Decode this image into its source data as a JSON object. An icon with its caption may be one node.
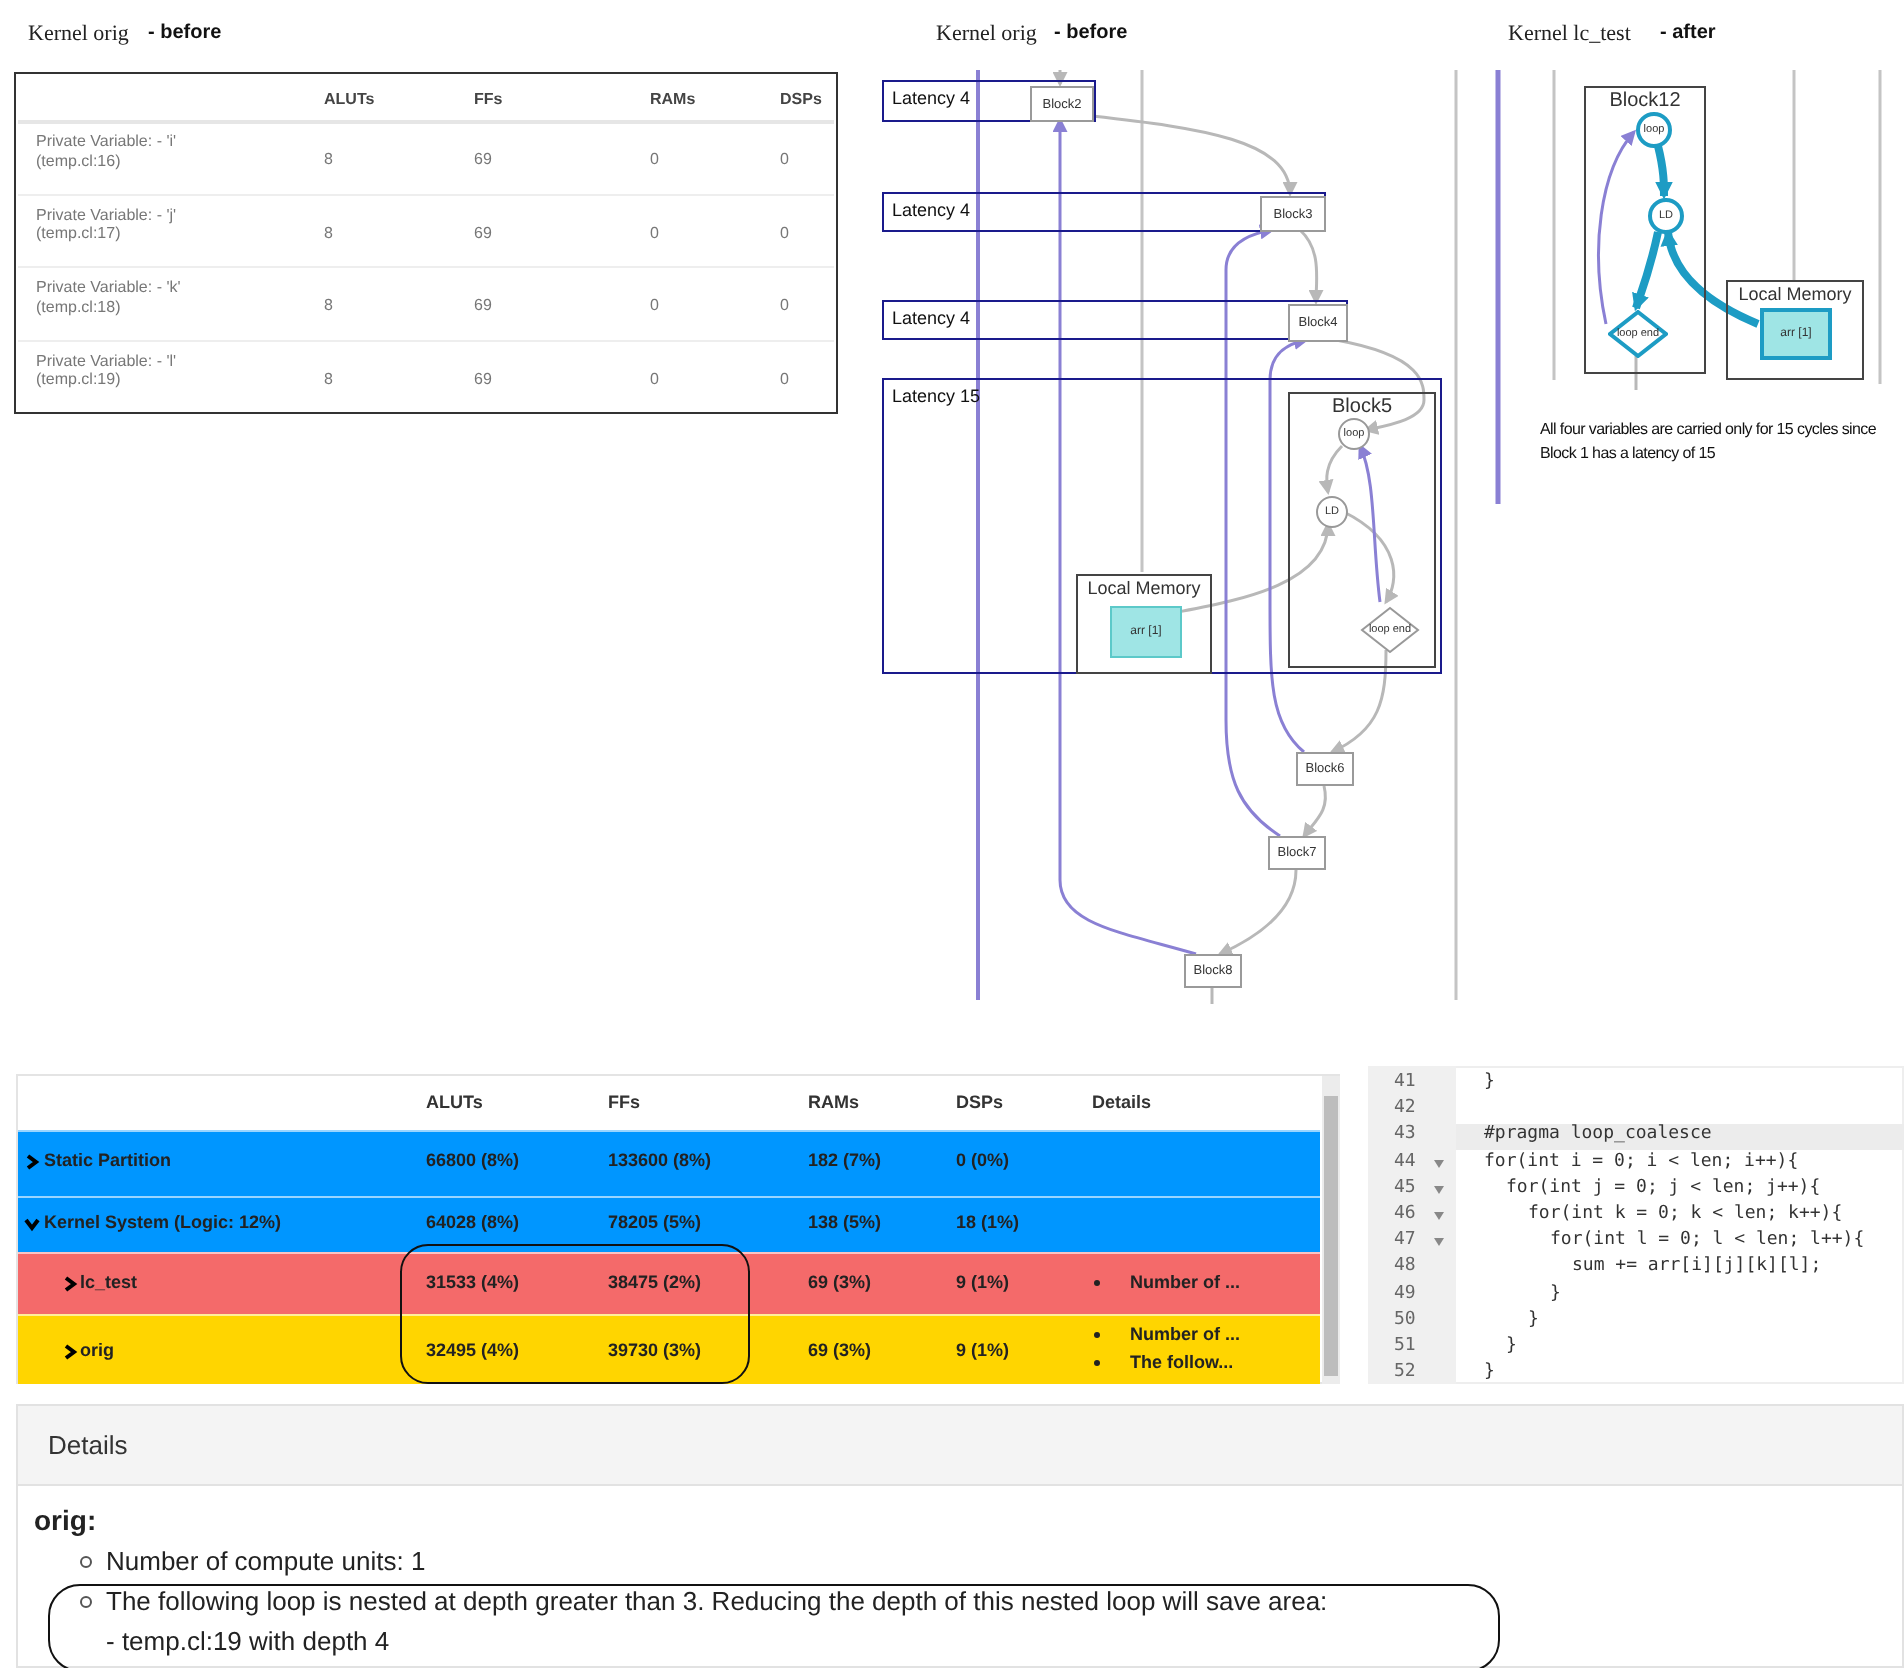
{
  "diagram": {
    "nodes": [
      {
        "text": [
          "Latency 4"
        ]
      },
      {
        "text": [
          "Block2"
        ],
        "in": 0
      },
      {
        "text": [
          "Latency 4"
        ]
      },
      {
        "text": [
          "Block3"
        ],
        "in": 2
      },
      {
        "text": [
          "Latency 4"
        ]
      },
      {
        "text": [
          "Block4"
        ],
        "in": 4
      },
      {
        "text": [
          "Latency 15"
        ]
      },
      {
        "text": [
          "Block5"
        ],
        "in": 6
      },
      {
        "text": [
          "loop"
        ],
        "in": 7
      },
      {
        "text": [
          "LD"
        ],
        "in": 7
      },
      {
        "text": [
          "loop end"
        ],
        "in": 7
      },
      {
        "text": [
          "Local Memory"
        ],
        "in": 6
      },
      {
        "text": [
          "arr [1]"
        ],
        "in": 11
      },
      {
        "text": [
          "Block6"
        ]
      },
      {
        "text": [
          "Block7"
        ]
      },
      {
        "text": [
          "Block8"
        ]
      },
      {
        "text": [
          "Block12"
        ]
      },
      {
        "text": [
          "loop"
        ],
        "in": 16
      },
      {
        "text": [
          "LD"
        ],
        "in": 16
      },
      {
        "text": [
          "loop end"
        ],
        "in": 16
      },
      {
        "text": [
          "Local Memory"
        ]
      },
      {
        "text": [
          "arr [1]"
        ],
        "in": 20
      }
    ],
    "edges": [
      {
        "from": null,
        "to": 1,
        "arrow": "to"
      },
      {
        "from": 1,
        "to": 3,
        "arrow": "to"
      },
      {
        "from": 3,
        "to": 5,
        "arrow": "to"
      },
      {
        "from": 5,
        "to": 8,
        "arrow": "to"
      },
      {
        "from": 8,
        "to": 9,
        "arrow": "to"
      },
      {
        "from": 9,
        "to": 10,
        "arrow": "to"
      },
      {
        "from": 12,
        "to": 9,
        "arrow": "to"
      },
      {
        "from": 10,
        "to": 8,
        "arrow": "to",
        "color": "#8a80d4"
      },
      {
        "from": 10,
        "to": 13,
        "arrow": "to"
      },
      {
        "from": 13,
        "to": 5,
        "arrow": "to",
        "color": "#8a80d4"
      },
      {
        "from": 13,
        "to": 14,
        "arrow": "to"
      },
      {
        "from": 14,
        "to": 3,
        "arrow": "to",
        "color": "#8a80d4"
      },
      {
        "from": 14,
        "to": 15,
        "arrow": "to"
      },
      {
        "from": 15,
        "to": 1,
        "arrow": "to",
        "color": "#8a80d4"
      },
      {
        "from": 15,
        "to": null,
        "arrow": "none"
      },
      {
        "from": 17,
        "to": 18,
        "arrow": "to",
        "style": "thick",
        "color": "#1d9cc4"
      },
      {
        "from": 18,
        "to": 19,
        "arrow": "to",
        "style": "thick",
        "color": "#1d9cc4"
      },
      {
        "from": 21,
        "to": 18,
        "arrow": "to",
        "style": "thick",
        "color": "#1d9cc4"
      },
      {
        "from": 19,
        "to": 17,
        "arrow": "to",
        "color": "#8a80d4"
      },
      {
        "from": 19,
        "to": null,
        "arrow": "none"
      }
    ],
    "labels": [
      "Kernel orig",
      "- before",
      "Kernel orig",
      "- before",
      "Kernel lc_test",
      "- after",
      "ALUTs",
      "FFs",
      "RAMs",
      "DSPs",
      "Private Variable: - 'i' (temp.cl:16)",
      "8",
      "69",
      "0",
      "0",
      "Private Variable: - 'j' (temp.cl:17)",
      "8",
      "69",
      "0",
      "0",
      "Private Variable: - 'k' (temp.cl:18)",
      "8",
      "69",
      "0",
      "0",
      "Private Variable: - 'l' (temp.cl:19)",
      "8",
      "69",
      "0",
      "0",
      "All four variables are carried only for 15 cycles since Block 1 has a latency of 15",
      "ALUTs",
      "FFs",
      "RAMs",
      "DSPs",
      "Details",
      "Static Partition",
      "66800 (8%)",
      "133600 (8%)",
      "182 (7%)",
      "0 (0%)",
      "Kernel System (Logic: 12%)",
      "64028 (8%)",
      "78205 (5%)",
      "138 (5%)",
      "18 (1%)",
      "lc_test",
      "31533 (4%)",
      "38475 (2%)",
      "69 (3%)",
      "9 (1%)",
      "Number of ...",
      "orig",
      "32495 (4%)",
      "39730 (3%)",
      "69 (3%)",
      "9 (1%)",
      "Number of ...",
      "The follow...",
      "41",
      "}",
      "42",
      "43",
      "#pragma loop_coalesce",
      "44",
      "for(int i = 0; i < len; i++){",
      "45",
      "for(int j = 0; j < len; j++){",
      "46",
      "for(int k = 0; k < len; k++){",
      "47",
      "for(int l = 0; l < len; l++){",
      "48",
      "sum += arr[i][j][k][l];",
      "49",
      "}",
      "50",
      "}",
      "51",
      "}",
      "52",
      "}",
      "Details",
      "orig:",
      "Number of compute units: 1",
      "The following loop is nested at depth greater than 3. Reducing the depth of this nested loop will save area:",
      "- temp.cl:19 with depth 4"
    ]
  }
}
